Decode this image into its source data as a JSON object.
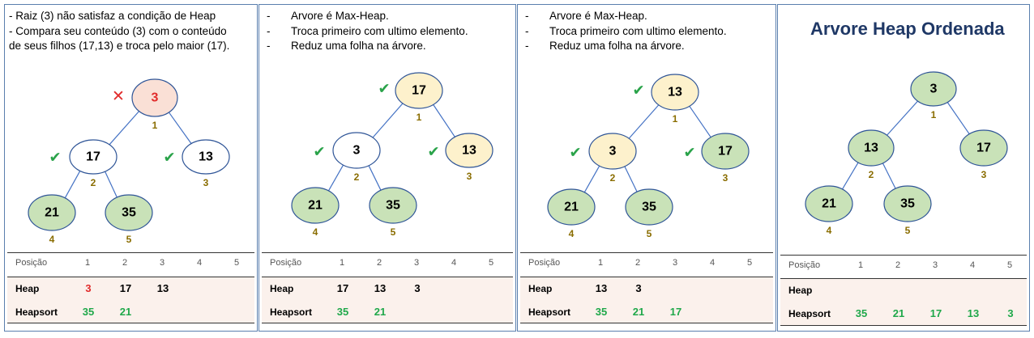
{
  "colors": {
    "panel_border": "#5a7fae",
    "green_fill": "#c9e2b8",
    "peach_fill": "#fae0d6",
    "yellow_fill": "#fdf1cc",
    "white_fill": "#ffffff",
    "node_stroke": "#2f5597",
    "index_color": "#8a6d00",
    "check_color": "#2aa34a",
    "red": "#e12b2b",
    "title_color": "#1f3866"
  },
  "table_header": {
    "label": "Posição",
    "positions": [
      "1",
      "2",
      "3",
      "4",
      "5"
    ]
  },
  "panels": [
    {
      "notes": [
        "-  Raiz (3) não satisfaz a condição de Heap",
        "- Compara seu conteúdo (3) com o conteúdo",
        "de seus  filhos (17,13) e troca pelo maior (17)."
      ],
      "dash_style": false,
      "title": "",
      "nodes": [
        {
          "value": "3",
          "index": "1",
          "fill": "peach",
          "text": "red",
          "mark": "cross"
        },
        {
          "value": "17",
          "index": "2",
          "fill": "white",
          "text": "black",
          "mark": "check"
        },
        {
          "value": "13",
          "index": "3",
          "fill": "white",
          "text": "black",
          "mark": "check"
        },
        {
          "value": "21",
          "index": "4",
          "fill": "green",
          "text": "black",
          "mark": ""
        },
        {
          "value": "35",
          "index": "5",
          "fill": "green",
          "text": "black",
          "mark": ""
        }
      ],
      "heap": {
        "label": "Heap",
        "values": [
          {
            "v": "3",
            "c": "red"
          },
          {
            "v": "17",
            "c": "black"
          },
          {
            "v": "13",
            "c": "black"
          },
          {
            "v": "",
            "c": "black"
          },
          {
            "v": "",
            "c": "black"
          }
        ]
      },
      "heapsort": {
        "label": "Heapsort",
        "values": [
          {
            "v": "35",
            "c": "green"
          },
          {
            "v": "21",
            "c": "green"
          },
          {
            "v": "",
            "c": "green"
          },
          {
            "v": "",
            "c": "green"
          },
          {
            "v": "",
            "c": "green"
          }
        ]
      }
    },
    {
      "notes": [
        "Arvore é Max-Heap.",
        "Troca primeiro com ultimo elemento.",
        "Reduz uma folha na árvore."
      ],
      "dash_style": true,
      "title": "",
      "nodes": [
        {
          "value": "17",
          "index": "1",
          "fill": "yellow",
          "text": "black",
          "mark": "check"
        },
        {
          "value": "3",
          "index": "2",
          "fill": "white",
          "text": "black",
          "mark": "check"
        },
        {
          "value": "13",
          "index": "3",
          "fill": "yellow",
          "text": "black",
          "mark": "check"
        },
        {
          "value": "21",
          "index": "4",
          "fill": "green",
          "text": "black",
          "mark": ""
        },
        {
          "value": "35",
          "index": "5",
          "fill": "green",
          "text": "black",
          "mark": ""
        }
      ],
      "heap": {
        "label": "Heap",
        "values": [
          {
            "v": "17",
            "c": "black"
          },
          {
            "v": "13",
            "c": "black"
          },
          {
            "v": "3",
            "c": "black"
          },
          {
            "v": "",
            "c": "black"
          },
          {
            "v": "",
            "c": "black"
          }
        ]
      },
      "heapsort": {
        "label": "Heapsort",
        "values": [
          {
            "v": "35",
            "c": "green"
          },
          {
            "v": "21",
            "c": "green"
          },
          {
            "v": "",
            "c": "green"
          },
          {
            "v": "",
            "c": "green"
          },
          {
            "v": "",
            "c": "green"
          }
        ]
      }
    },
    {
      "notes": [
        "Arvore é Max-Heap.",
        "Troca primeiro com ultimo elemento.",
        "Reduz uma folha na árvore."
      ],
      "dash_style": true,
      "title": "",
      "nodes": [
        {
          "value": "13",
          "index": "1",
          "fill": "yellow",
          "text": "black",
          "mark": "check"
        },
        {
          "value": "3",
          "index": "2",
          "fill": "yellow",
          "text": "black",
          "mark": "check"
        },
        {
          "value": "17",
          "index": "3",
          "fill": "green",
          "text": "black",
          "mark": "check"
        },
        {
          "value": "21",
          "index": "4",
          "fill": "green",
          "text": "black",
          "mark": ""
        },
        {
          "value": "35",
          "index": "5",
          "fill": "green",
          "text": "black",
          "mark": ""
        }
      ],
      "heap": {
        "label": "Heap",
        "values": [
          {
            "v": "13",
            "c": "black"
          },
          {
            "v": "3",
            "c": "black"
          },
          {
            "v": "",
            "c": "black"
          },
          {
            "v": "",
            "c": "black"
          },
          {
            "v": "",
            "c": "black"
          }
        ]
      },
      "heapsort": {
        "label": "Heapsort",
        "values": [
          {
            "v": "35",
            "c": "green"
          },
          {
            "v": "21",
            "c": "green"
          },
          {
            "v": "17",
            "c": "green"
          },
          {
            "v": "",
            "c": "green"
          },
          {
            "v": "",
            "c": "green"
          }
        ]
      }
    },
    {
      "notes": [],
      "dash_style": false,
      "title": "Arvore Heap Ordenada",
      "nodes": [
        {
          "value": "3",
          "index": "1",
          "fill": "green",
          "text": "black",
          "mark": ""
        },
        {
          "value": "13",
          "index": "2",
          "fill": "green",
          "text": "black",
          "mark": ""
        },
        {
          "value": "17",
          "index": "3",
          "fill": "green",
          "text": "black",
          "mark": ""
        },
        {
          "value": "21",
          "index": "4",
          "fill": "green",
          "text": "black",
          "mark": ""
        },
        {
          "value": "35",
          "index": "5",
          "fill": "green",
          "text": "black",
          "mark": ""
        }
      ],
      "heap": {
        "label": "Heap",
        "values": [
          {
            "v": "",
            "c": "black"
          },
          {
            "v": "",
            "c": "black"
          },
          {
            "v": "",
            "c": "black"
          },
          {
            "v": "",
            "c": "black"
          },
          {
            "v": "",
            "c": "black"
          }
        ]
      },
      "heapsort": {
        "label": "Heapsort",
        "values": [
          {
            "v": "35",
            "c": "green"
          },
          {
            "v": "21",
            "c": "green"
          },
          {
            "v": "17",
            "c": "green"
          },
          {
            "v": "13",
            "c": "green"
          },
          {
            "v": "3",
            "c": "green"
          }
        ]
      }
    }
  ]
}
